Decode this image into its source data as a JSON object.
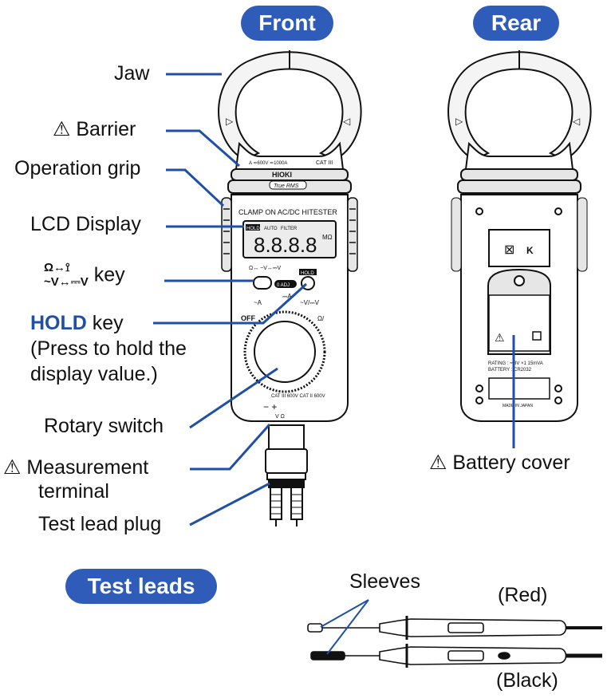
{
  "headers": {
    "front": "Front",
    "rear": "Rear",
    "test_leads": "Test leads"
  },
  "labels": {
    "jaw": "Jaw",
    "barrier": "Barrier",
    "operation_grip": "Operation grip",
    "lcd_display": "LCD Display",
    "function_key_suffix": "key",
    "hold_key_bold": "HOLD",
    "hold_key_rest": "key",
    "hold_note_1": "(Press to hold the",
    "hold_note_2": "display value.)",
    "rotary_switch": "Rotary switch",
    "measurement_terminal_1": "Measurement",
    "measurement_terminal_2": "terminal",
    "test_lead_plug": "Test lead plug",
    "battery_cover": "Battery cover",
    "sleeves": "Sleeves",
    "red": "(Red)",
    "black": "(Black)"
  },
  "device": {
    "brand": "HIOKI",
    "model": "CLAMP ON AC/DC HITESTER",
    "true_rms": "True RMS",
    "lcd_digits": "8.8.8.8",
    "lcd_hold": "HOLD",
    "lcd_auto": "AUTO",
    "lcd_filter": "FILTER",
    "hold_button": "HOLD",
    "zero_adj": "0 ADJ",
    "off": "OFF",
    "cat_front": "CAT III",
    "jaw_rating": "A ≂600V ≂1000A",
    "terminal_rating": "CAT III 600V CAT II 600V",
    "rear_rating": "RATING : ⎓3V ×1 15mVA",
    "rear_battery": "BATTERY : CR2032",
    "made_in": "MADE IN JAPAN"
  },
  "colors": {
    "accent": "#2e5cb8",
    "leader": "#1f4fa6",
    "outline": "#111111",
    "device_gray": "#d9d9d9"
  }
}
